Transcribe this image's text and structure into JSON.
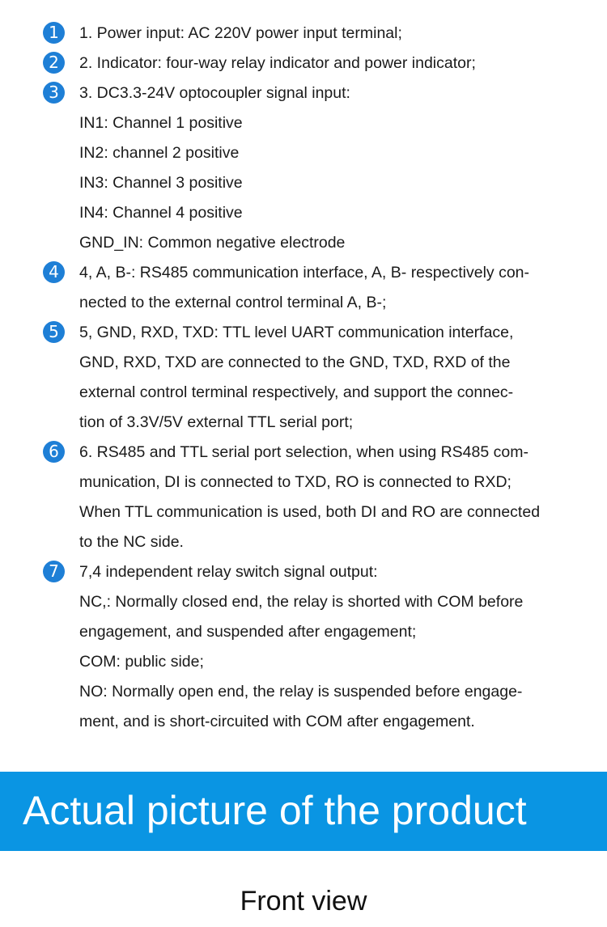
{
  "items": [
    {
      "badge": "1",
      "lines": [
        "1. Power input: AC 220V power input terminal;"
      ]
    },
    {
      "badge": "2",
      "lines": [
        "2. Indicator: four-way relay indicator and power indicator;"
      ]
    },
    {
      "badge": "3",
      "lines": [
        "3. DC3.3-24V optocoupler signal input:",
        "IN1: Channel 1 positive",
        "IN2: channel 2 positive",
        "IN3: Channel 3 positive",
        "IN4: Channel 4 positive",
        "GND_IN: Common negative electrode"
      ]
    },
    {
      "badge": "4",
      "lines": [
        "4, A, B-: RS485 communication interface, A, B- respectively con-",
        "nected to the external control terminal A, B-;"
      ]
    },
    {
      "badge": "5",
      "lines": [
        "5, GND, RXD, TXD: TTL level UART communication interface,",
        "GND, RXD, TXD are connected to the GND, TXD, RXD of the",
        "external control terminal respectively, and support the connec-",
        "tion of 3.3V/5V external TTL serial port;"
      ]
    },
    {
      "badge": "6",
      "lines": [
        "6. RS485 and TTL serial port selection, when using RS485 com-",
        "munication, DI is connected to TXD, RO is connected to RXD;",
        "When TTL communication is used, both DI and RO are connected",
        "to the NC side."
      ]
    },
    {
      "badge": "7",
      "lines": [
        "7,4 independent relay switch signal output:",
        "NC,: Normally closed end, the relay is shorted with COM before",
        "engagement, and suspended after engagement;",
        "COM: public side;",
        "NO: Normally open end, the relay is suspended before engage-",
        "ment, and is short-circuited with COM after engagement."
      ]
    }
  ],
  "banner": {
    "title": "Actual picture of the product",
    "color": "#0a95e3"
  },
  "subtitle": "Front view"
}
